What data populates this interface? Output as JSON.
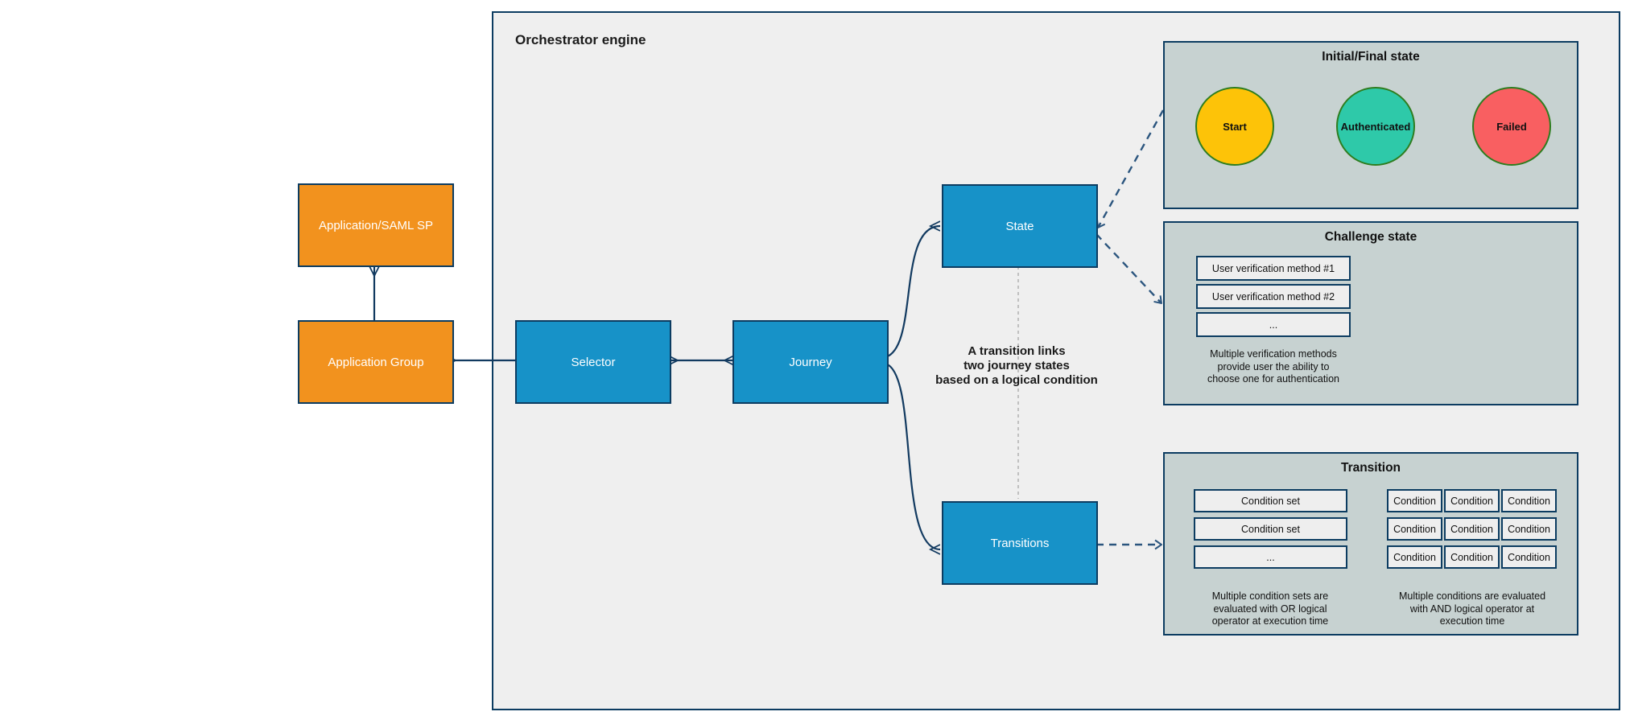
{
  "title": "Orchestrator engine",
  "nodes": {
    "app_saml": {
      "label": "Application/SAML SP"
    },
    "app_group": {
      "label": "Application Group"
    },
    "selector": {
      "label": "Selector"
    },
    "journey": {
      "label": "Journey"
    },
    "state": {
      "label": "State"
    },
    "transitions": {
      "label": "Transitions"
    }
  },
  "annotation": "A transition links\ntwo journey states\nbased on a logical condition",
  "panels": {
    "initial_final": {
      "title": "Initial/Final state",
      "states": [
        {
          "label": "Start",
          "fill": "#fdc308"
        },
        {
          "label": "Authenticated",
          "fill": "#2ec9a9"
        },
        {
          "label": "Failed",
          "fill": "#f95f61"
        }
      ]
    },
    "challenge": {
      "title": "Challenge state",
      "methods": [
        "User verification method #1",
        "User verification method #2",
        "..."
      ],
      "caption": "Multiple verification methods\nprovide user the ability to\nchoose one for authentication"
    },
    "transition": {
      "title": "Transition",
      "condition_sets": [
        "Condition set",
        "Condition set",
        "..."
      ],
      "conditions": [
        "Condition",
        "Condition",
        "Condition",
        "Condition",
        "Condition",
        "Condition",
        "Condition",
        "Condition",
        "Condition"
      ],
      "caption_or": "Multiple condition sets are\nevaluated with OR logical\noperator at execution time",
      "caption_and": "Multiple conditions are evaluated\nwith AND logical operator at\nexecution time"
    }
  },
  "colors": {
    "node_orange": "#f2921e",
    "node_blue": "#1792c8",
    "border_navy": "#0c3c61",
    "container_bg": "#efefef",
    "panel_bg": "#c7d2d1",
    "inner_box_bg": "#eeeeee",
    "solid_connector": "#123a60",
    "dashed_connector": "#2b557e",
    "gray_dashed": "#b5b5b5",
    "circle_border_green": "#2e7d1f"
  }
}
